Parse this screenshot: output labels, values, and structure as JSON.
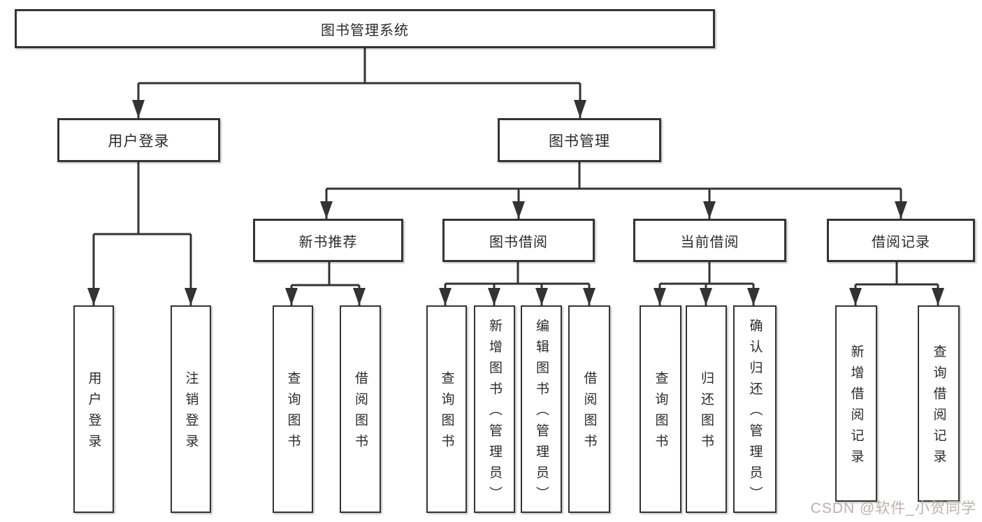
{
  "diagram": {
    "root": {
      "label": "图书管理系统"
    },
    "branches": [
      {
        "label": "用户登录",
        "leaves": [
          {
            "label": "用户登录"
          },
          {
            "label": "注销登录"
          }
        ]
      },
      {
        "label": "图书管理",
        "subbranches": [
          {
            "label": "新书推荐",
            "leaves": [
              {
                "label": "查询图书"
              },
              {
                "label": "借阅图书"
              }
            ]
          },
          {
            "label": "图书借阅",
            "leaves": [
              {
                "label": "查询图书"
              },
              {
                "label": "新增图书（管理员）"
              },
              {
                "label": "编辑图书（管理员）"
              },
              {
                "label": "借阅图书"
              }
            ]
          },
          {
            "label": "当前借阅",
            "leaves": [
              {
                "label": "查询图书"
              },
              {
                "label": "归还图书"
              },
              {
                "label": "确认归还（管理员）"
              }
            ]
          },
          {
            "label": "借阅记录",
            "leaves": [
              {
                "label": "新增借阅记录"
              },
              {
                "label": "查询借阅记录"
              }
            ]
          }
        ]
      }
    ]
  },
  "watermark": {
    "text": "CSDN @软件_小贺同学"
  },
  "colors": {
    "line": "#333333",
    "box_border": "#343434",
    "box_background": "#ffffff",
    "text": "#2b2b2b",
    "watermark": "#b9b1b0"
  }
}
